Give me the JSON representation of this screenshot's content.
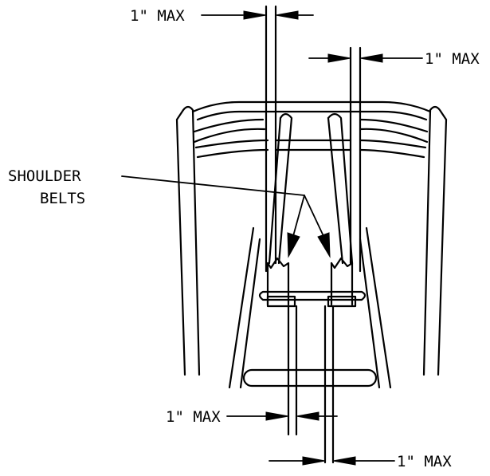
{
  "labels": {
    "dim_top_left": "1\" MAX",
    "dim_top_right": "1\" MAX",
    "dim_bottom_left": "1\" MAX",
    "dim_bottom_right": "1\" MAX",
    "shoulder_line1": "SHOULDER",
    "shoulder_line2": "BELTS"
  }
}
